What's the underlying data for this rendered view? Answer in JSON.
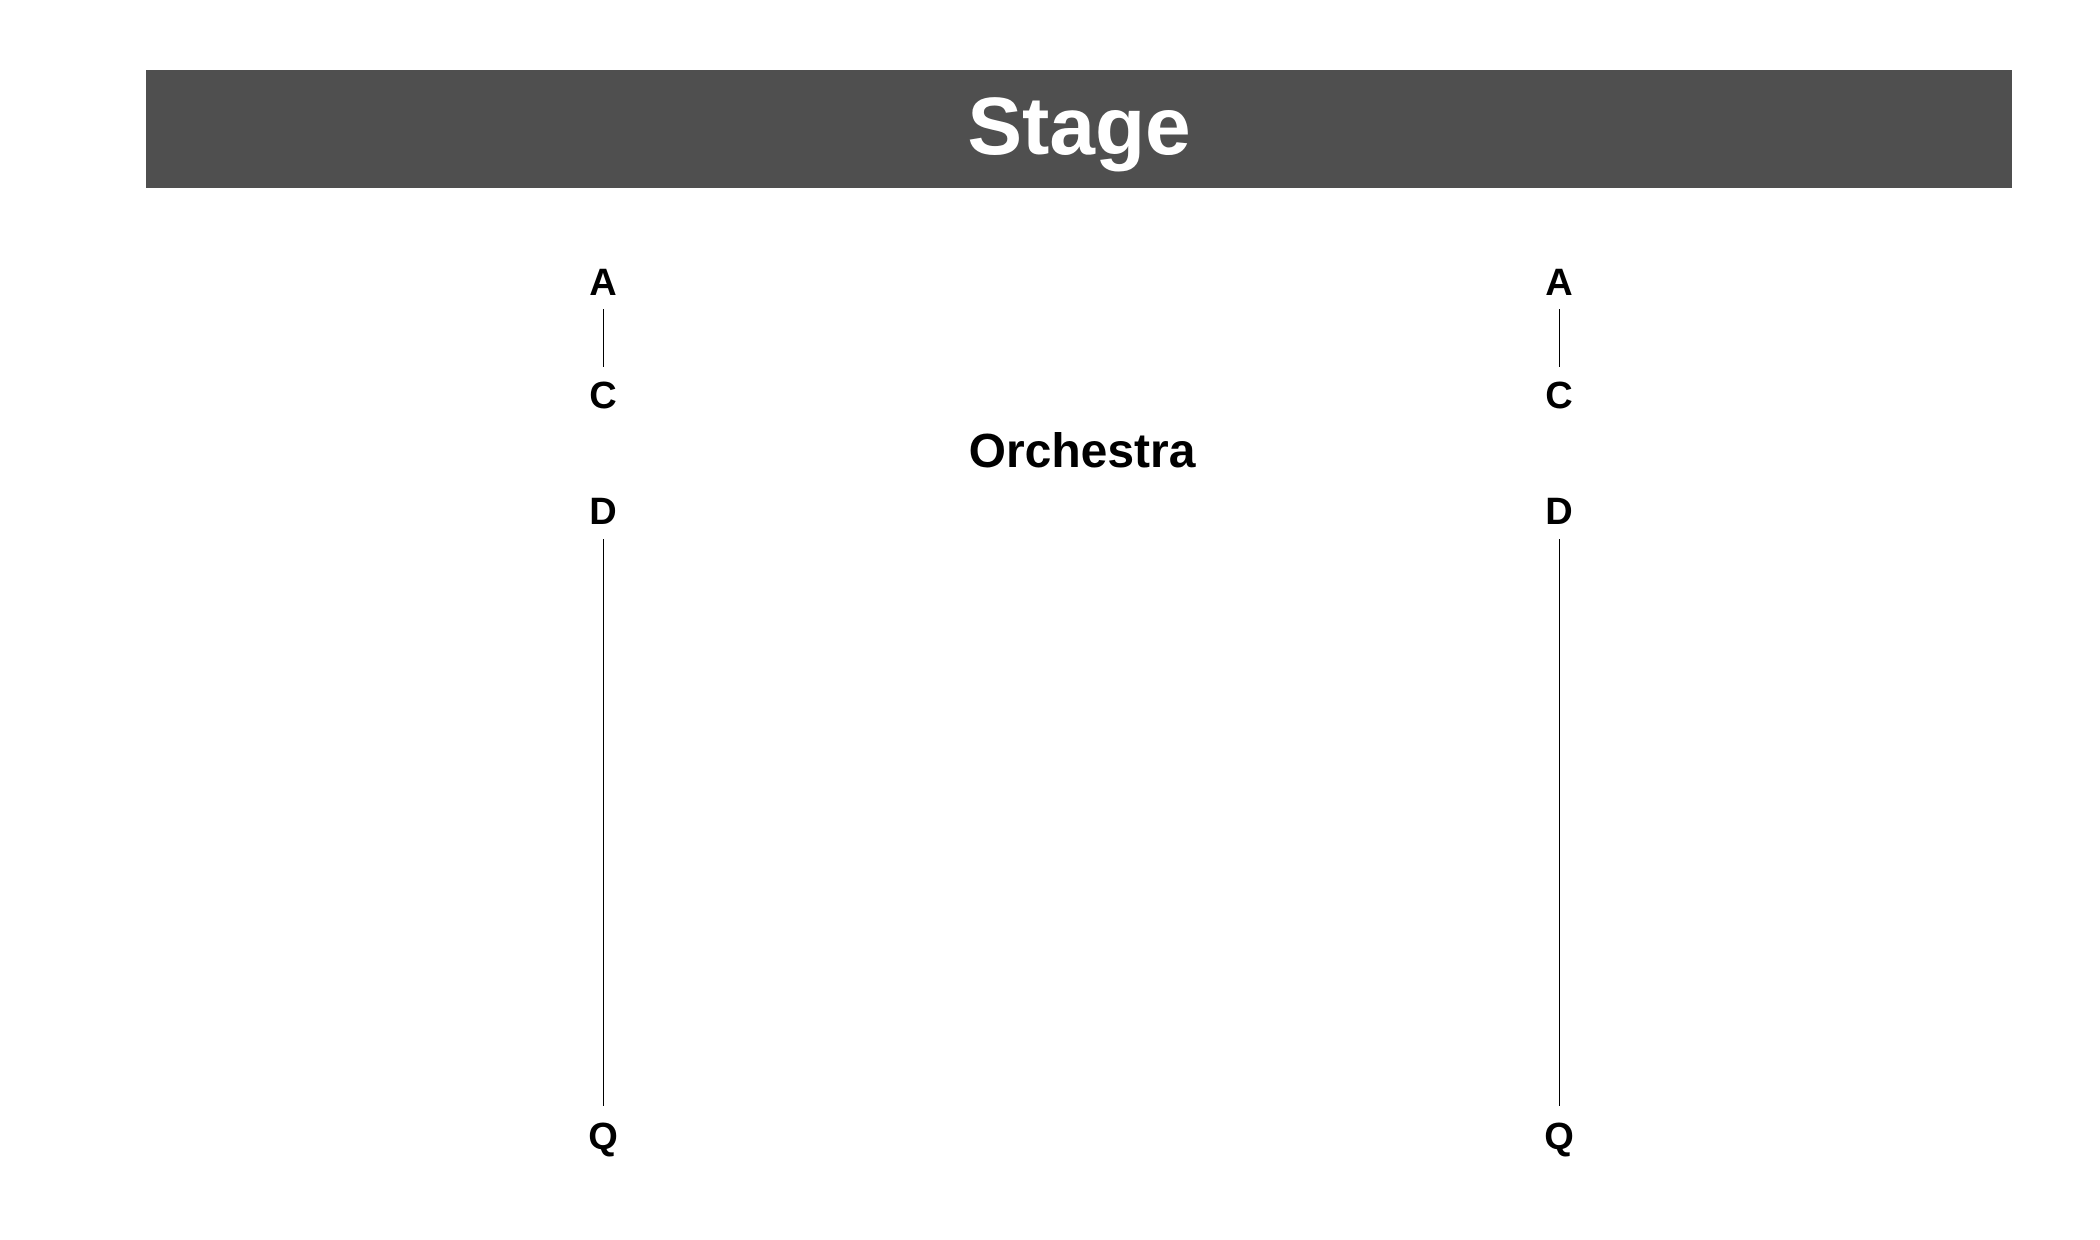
{
  "stage": {
    "label": "Stage"
  },
  "section": {
    "label": "Orchestra"
  },
  "aisles": [
    {
      "side": "left",
      "rows": {
        "a": "A",
        "c": "C",
        "d": "D",
        "q": "Q"
      }
    },
    {
      "side": "right",
      "rows": {
        "a": "A",
        "c": "C",
        "d": "D",
        "q": "Q"
      }
    }
  ],
  "colors": {
    "stage_background": "#4f4f4f",
    "stage_text": "#ffffff",
    "text": "#000000"
  }
}
